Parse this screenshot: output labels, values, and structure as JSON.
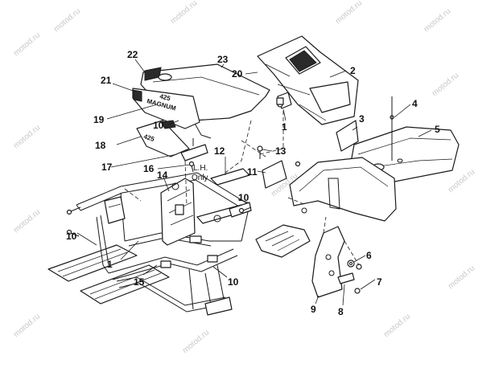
{
  "watermark": "motod.ru",
  "callouts": {
    "c1": "1",
    "c1b": "1",
    "c2": "2",
    "c3": "3",
    "c4": "4",
    "c5": "5",
    "c6": "6",
    "c7": "7",
    "c8": "8",
    "c9": "9",
    "c10a": "10",
    "c10b": "10",
    "c10c": "10",
    "c10d": "10",
    "c11": "11",
    "c12": "12",
    "c13": "13",
    "c14": "14",
    "c15": "15",
    "c16": "16",
    "c17": "17",
    "c18": "18",
    "c19": "19",
    "c20": "20",
    "c21": "21",
    "c22": "22",
    "c23": "23"
  },
  "notes": {
    "lh_line1": "L.H.",
    "lh_line2": "Only"
  },
  "decals": {
    "decal_top": "425",
    "decal_brand": "MAGNUM",
    "decal_side": "425"
  }
}
